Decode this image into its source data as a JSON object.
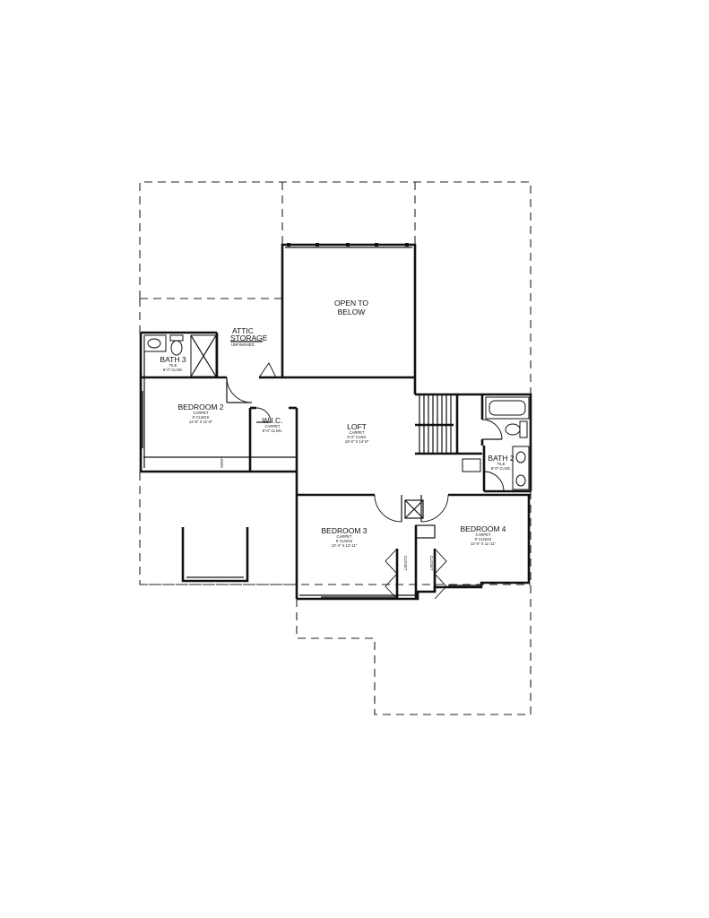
{
  "rooms": {
    "open_to_below": {
      "line1": "OPEN TO",
      "line2": "BELOW"
    },
    "attic": {
      "line1": "ATTIC",
      "line2": "STORAGE",
      "note": "UNFINISHED"
    },
    "bath3": {
      "name": "BATH 3",
      "finish": "TILE",
      "ceiling": "8'-0\" CLNG."
    },
    "bedroom2": {
      "name": "BEDROOM 2",
      "finish": "CARPET",
      "ceiling": "9' CLNGS",
      "size": "12'-8\" X 11'-8\""
    },
    "wic": {
      "name": "W.I.C.",
      "finish": "CARPET",
      "ceiling": "8'-0\" CLNG."
    },
    "loft": {
      "name": "LOFT",
      "finish": "CARPET",
      "ceiling": "9'-0\" CLNG",
      "size": "15'-0\" X 14'-8\""
    },
    "bath2": {
      "name": "BATH 2",
      "finish": "TILE",
      "ceiling": "8'-0\" CLNG."
    },
    "bedroom3": {
      "name": "BEDROOM 3",
      "finish": "CARPET",
      "ceiling": "9' CLNGS",
      "size": "12'-4\" X 12'-11\""
    },
    "bedroom4": {
      "name": "BEDROOM 4",
      "finish": "CARPET",
      "ceiling": "9' CLNGS",
      "size": "12'-0\" X 11'-11\""
    },
    "closet_label": "CLOSET",
    "linen_label": "LINEN"
  }
}
